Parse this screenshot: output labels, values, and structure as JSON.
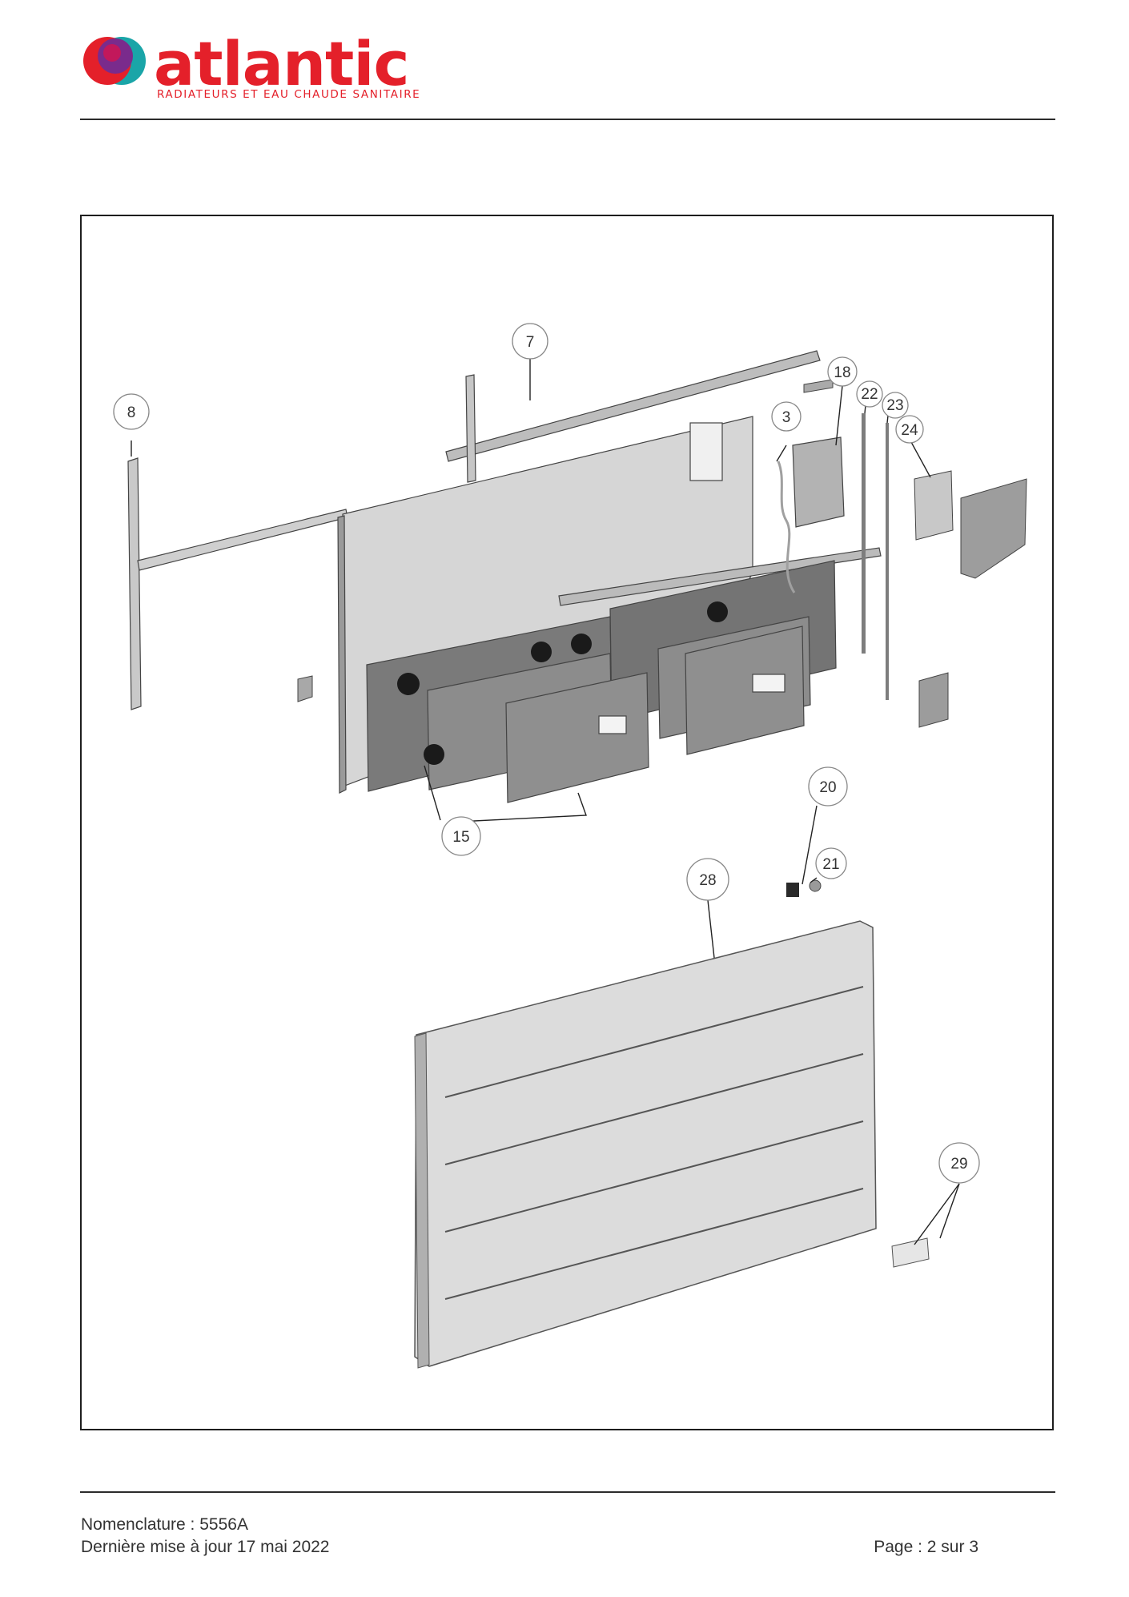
{
  "header": {
    "brand_name": "atlantic",
    "brand_tagline": "RADIATEURS ET EAU CHAUDE SANITAIRE",
    "brand_colors": {
      "primary": "#e4202a",
      "logo_teal": "#1aa5a8",
      "logo_purple": "#7a2b8c"
    },
    "logo_icon": "atlantic-circles-logo"
  },
  "diagram": {
    "callouts": [
      "7",
      "8",
      "3",
      "18",
      "22",
      "23",
      "24",
      "15",
      "20",
      "21",
      "28",
      "29"
    ]
  },
  "footer": {
    "reference": "Nomenclature : 5556A",
    "updated": "Dernière mise à jour 17 mai 2022",
    "page": "Page : 2 sur 3"
  }
}
